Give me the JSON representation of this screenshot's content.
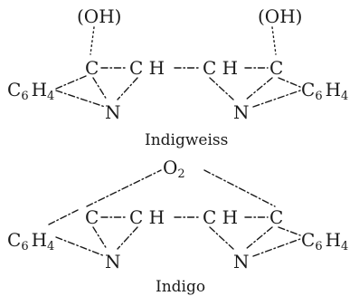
{
  "indigweiss": {
    "caption": "Indigweiss",
    "oh_left": "(OH)",
    "oh_right": "(OH)",
    "c_left": "C",
    "ch_left": "C H",
    "ch_right": "C H",
    "c_right": "C",
    "n_left": "N",
    "n_right": "N",
    "phenyl_left": {
      "base": "C",
      "sub1": "6",
      "mid": "H",
      "sub2": "4"
    },
    "phenyl_right": {
      "base": "C",
      "sub1": "6",
      "mid": "H",
      "sub2": "4"
    }
  },
  "indigo": {
    "caption": "Indigo",
    "oxygen": {
      "base": "O",
      "sub": "2"
    },
    "c_left": "C",
    "ch_left": "C H",
    "ch_right": "C H",
    "c_right": "C",
    "n_left": "N",
    "n_right": "N",
    "phenyl_left": {
      "base": "C",
      "sub1": "6",
      "mid": "H",
      "sub2": "4"
    },
    "phenyl_right": {
      "base": "C",
      "sub1": "6",
      "mid": "H",
      "sub2": "4"
    }
  }
}
